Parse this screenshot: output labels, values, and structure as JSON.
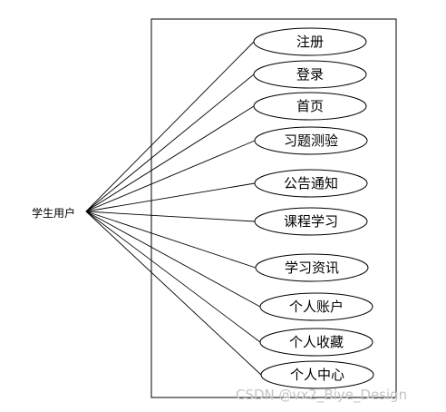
{
  "actor": {
    "label": "学生用户"
  },
  "use_cases": [
    {
      "label": "注册"
    },
    {
      "label": "登录"
    },
    {
      "label": "首页"
    },
    {
      "label": "习题测验"
    },
    {
      "label": "公告通知"
    },
    {
      "label": "课程学习"
    },
    {
      "label": "学习资讯"
    },
    {
      "label": "个人账户"
    },
    {
      "label": "个人收藏"
    },
    {
      "label": "个人中心"
    }
  ],
  "watermark": {
    "text": "CSDN @vx2_Biye_Design"
  }
}
